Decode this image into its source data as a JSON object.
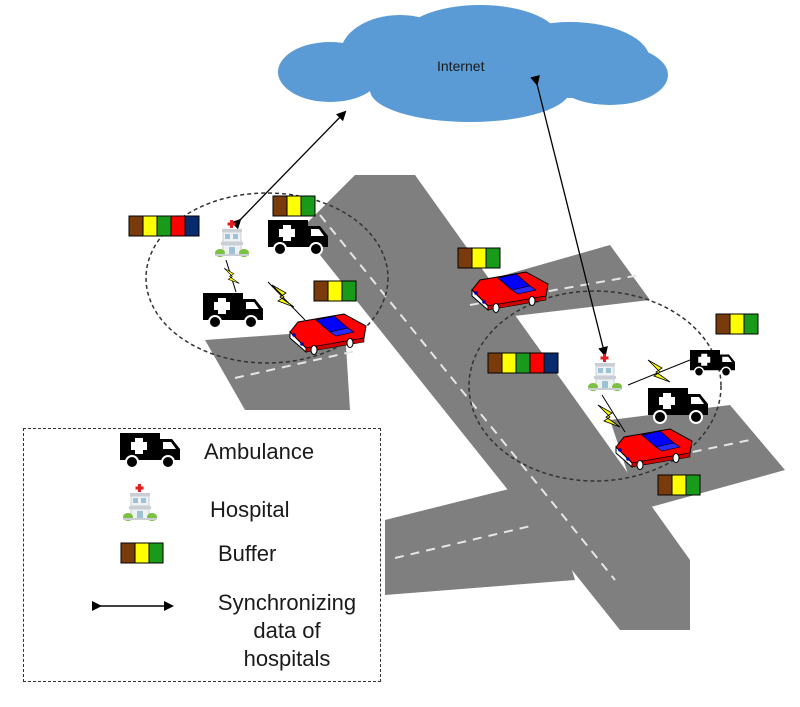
{
  "title": "Hospital data synchronization over the Internet with ambulances and vehicles",
  "cloud": {
    "label": "Internet",
    "color": "#5b9bd5"
  },
  "colors": {
    "road": "#7f7f7f",
    "lane_marking": "#e6e6e6",
    "car_body": "#ff0000",
    "car_roof": "#0000ff",
    "lightning": "#ffff00",
    "buffer": [
      "#7a3b0c",
      "#ffff00",
      "#1a9a1a",
      "#ff0000",
      "#0a2a6e"
    ]
  },
  "clusters": [
    {
      "name": "left-cluster",
      "hospital_buffer_slots": 5
    },
    {
      "name": "right-cluster",
      "hospital_buffer_slots": 5
    }
  ],
  "vehicle_buffer_slots": 3,
  "legend": {
    "items": [
      {
        "icon": "ambulance-icon",
        "label": "Ambulance"
      },
      {
        "icon": "hospital-icon",
        "label": "Hospital"
      },
      {
        "icon": "buffer-icon",
        "label": "Buffer"
      },
      {
        "icon": "double-arrow-icon",
        "label_lines": [
          "Synchronizing",
          "data of",
          "hospitals"
        ]
      }
    ]
  }
}
